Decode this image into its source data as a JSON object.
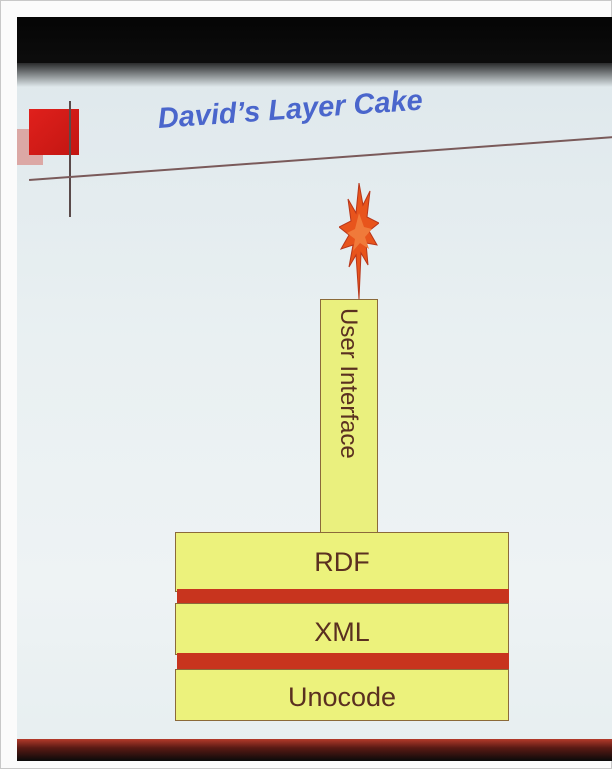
{
  "slide": {
    "title": "David’s Layer Cake",
    "candle_label": "User Interface",
    "layers": [
      "RDF",
      "XML",
      "Unocode"
    ]
  },
  "colors": {
    "title_blue": "#4a66cc",
    "cake_yellow": "#ecf27c",
    "stripe_red": "#c8341e",
    "flame_orange": "#e8541c",
    "text_brown": "#5a3020"
  },
  "icons": [
    "logo-square-icon",
    "flame-icon"
  ]
}
